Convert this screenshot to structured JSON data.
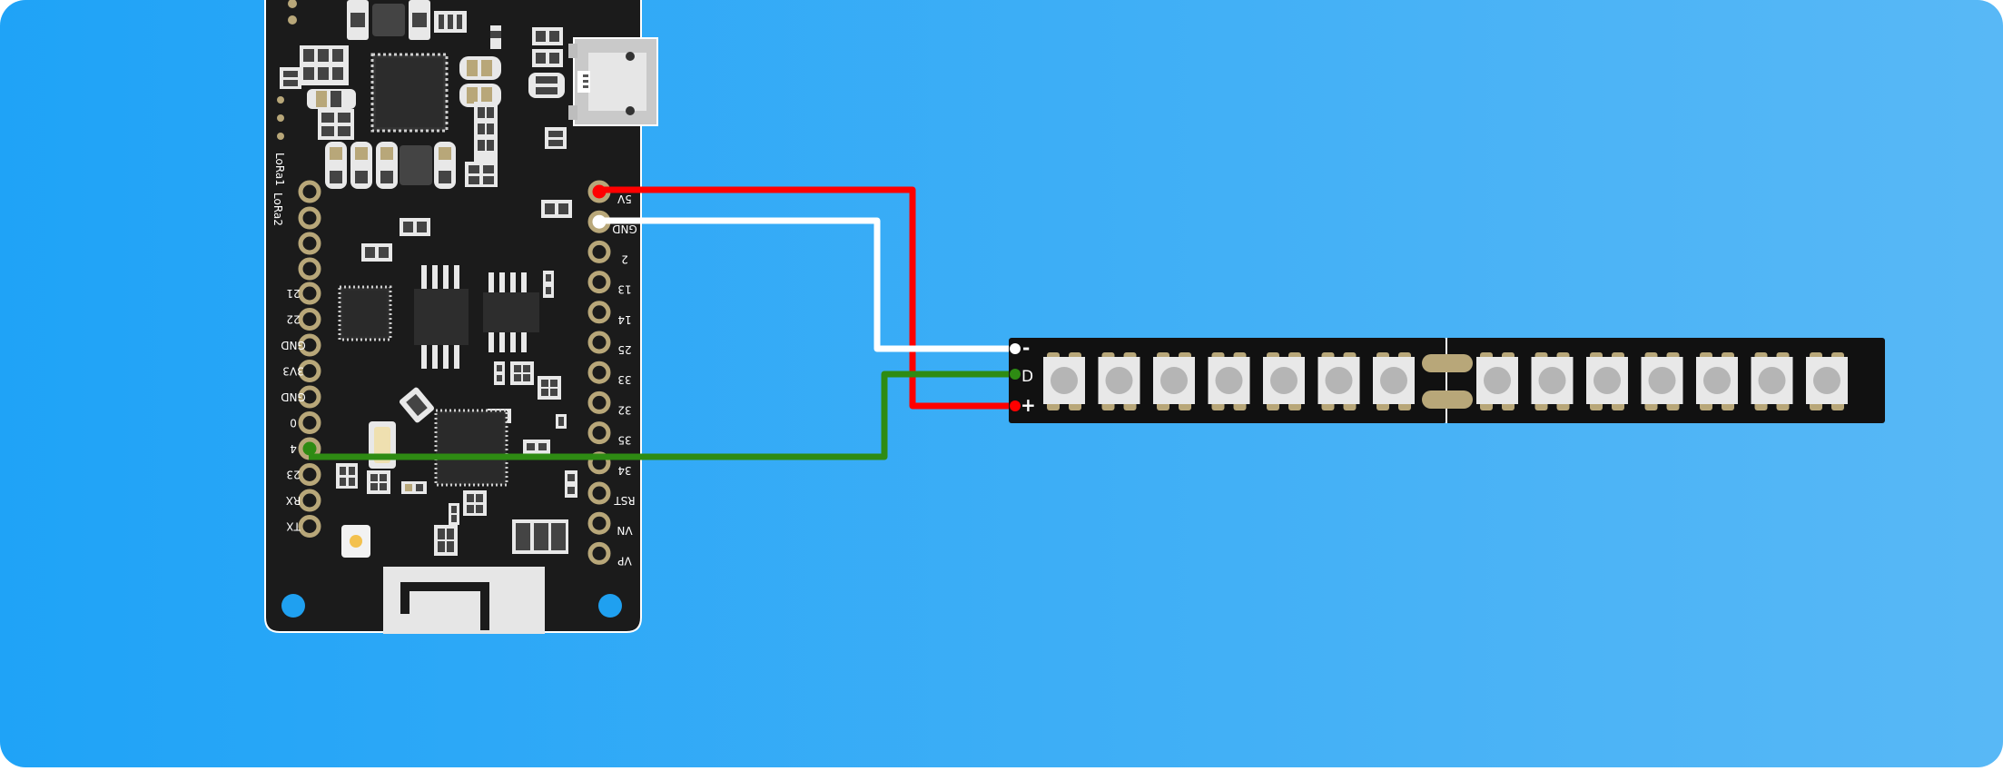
{
  "board": {
    "left_pins": [
      "21",
      "22",
      "GND",
      "3V3",
      "GND",
      "0",
      "4",
      "23",
      "RX",
      "TX"
    ],
    "right_pins": [
      "5V",
      "GND",
      "2",
      "13",
      "14",
      "25",
      "33",
      "32",
      "35",
      "34",
      "RST",
      "VN",
      "VP"
    ],
    "antenna_labels": [
      "LoRa1",
      "LoRa2"
    ]
  },
  "strip": {
    "minus_label": "-",
    "data_label": "D",
    "plus_label": "+",
    "led_count_segment_1": 7,
    "led_count_segment_2": 7
  },
  "wires": [
    {
      "name": "5v-wire",
      "color": "#ff0000"
    },
    {
      "name": "gnd-wire",
      "color": "#ffffff"
    },
    {
      "name": "data-wire",
      "color": "#2e8b13"
    }
  ],
  "colors": {
    "background": "#3aabf5",
    "board": "#1b1b1b",
    "strip": "#111111",
    "gold": "#b8a779"
  }
}
